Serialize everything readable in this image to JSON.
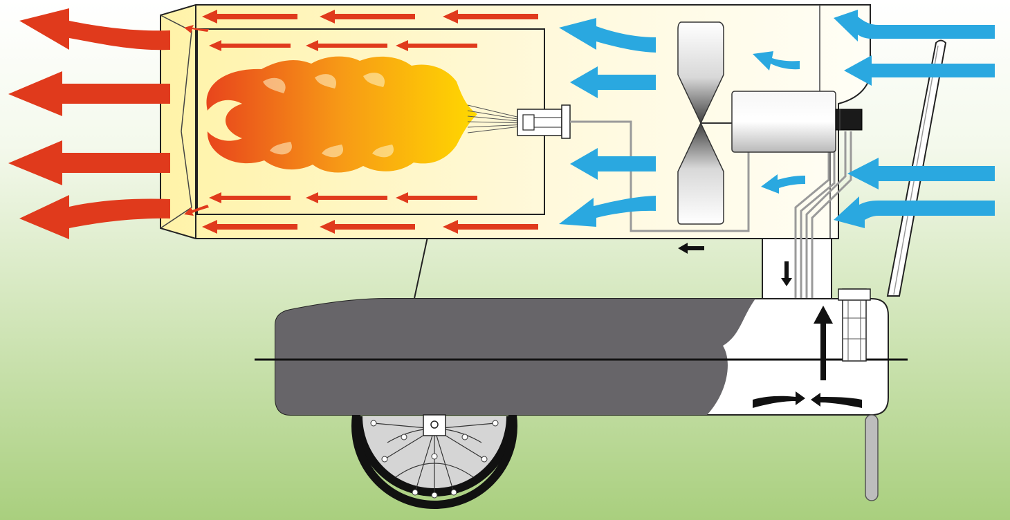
{
  "diagram": {
    "kind": "kerosene forced-air heater airflow diagram",
    "text_labels": [],
    "colors": {
      "hot_air_arrow": "#e03a1c",
      "cold_air_arrow": "#2aa8e0",
      "fuel_tank": "#676569",
      "housing_fill": "#fff9da",
      "flame_outer": "#e8451c",
      "flame_inner": "#ffd500",
      "ground_green": "#a9cf7e",
      "flow_arrow_black": "#111111"
    },
    "parts": {
      "housing": "heater-housing",
      "combustion_chamber": "combustion-chamber",
      "flame": "burner-flame",
      "nozzle": "fuel-nozzle",
      "fan": "fan-blade",
      "motor": "motor-pump",
      "fuel_tank": "fuel-tank",
      "wheel": "wheel",
      "handle": "handle",
      "filler_cap": "fuel-filler-cap"
    },
    "counts": {
      "hot_exit_arrows": 4,
      "chamber_internal_arrows": 12,
      "cold_intake_arrows": 8,
      "small_intake_arrows": 2,
      "black_flow_arrows": 5
    }
  }
}
